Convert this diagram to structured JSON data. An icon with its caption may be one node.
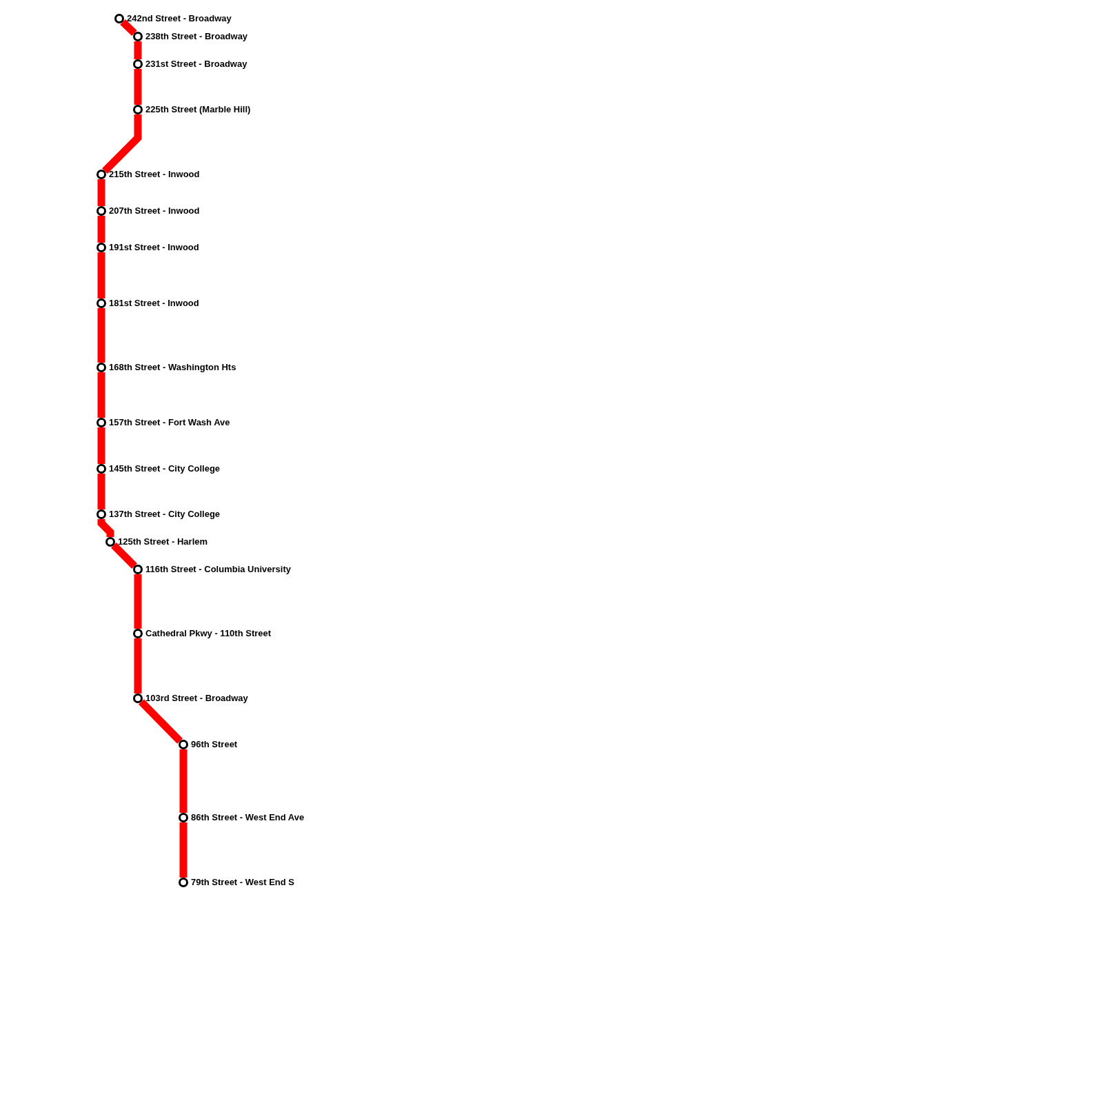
{
  "diagram": {
    "nodes": [
      {
        "text": [
          "242nd Street - Broadway"
        ]
      },
      {
        "text": [
          "238th Street - Broadway"
        ]
      },
      {
        "text": [
          "231st Street - Broadway"
        ]
      },
      {
        "text": [
          "225th Street (Marble Hill)"
        ]
      },
      {
        "text": [
          "215th Street - Inwood"
        ]
      },
      {
        "text": [
          "207th Street - Inwood"
        ]
      },
      {
        "text": [
          "191st Street - Inwood"
        ]
      },
      {
        "text": [
          "181st Street - Inwood"
        ]
      },
      {
        "text": [
          "168th Street - Washington Hts"
        ]
      },
      {
        "text": [
          "157th Street - Fort Wash Ave"
        ]
      },
      {
        "text": [
          "145th Street - City College"
        ]
      },
      {
        "text": [
          "137th Street - City College"
        ]
      },
      {
        "text": [
          "125th Street - Harlem"
        ]
      },
      {
        "text": [
          "116th Street - Columbia University"
        ]
      },
      {
        "text": [
          "Cathedral Pkwy - 110th Street"
        ]
      },
      {
        "text": [
          "103rd Street - Broadway"
        ]
      },
      {
        "text": [
          "96th Street"
        ]
      },
      {
        "text": [
          "86th Street - West End Ave"
        ]
      },
      {
        "text": [
          "79th Street - West End S"
        ]
      }
    ],
    "edges": [
      {
        "from": 0,
        "to": 1,
        "arrow": "none"
      },
      {
        "from": 1,
        "to": 2,
        "arrow": "none"
      },
      {
        "from": 2,
        "to": 3,
        "arrow": "none"
      },
      {
        "from": 3,
        "to": 4,
        "arrow": "none"
      },
      {
        "from": 4,
        "to": 5,
        "arrow": "none"
      },
      {
        "from": 5,
        "to": 6,
        "arrow": "none"
      },
      {
        "from": 6,
        "to": 7,
        "arrow": "none"
      },
      {
        "from": 7,
        "to": 8,
        "arrow": "none"
      },
      {
        "from": 8,
        "to": 9,
        "arrow": "none"
      },
      {
        "from": 9,
        "to": 10,
        "arrow": "none"
      },
      {
        "from": 10,
        "to": 11,
        "arrow": "none"
      },
      {
        "from": 11,
        "to": 12,
        "arrow": "none"
      },
      {
        "from": 12,
        "to": 13,
        "arrow": "none"
      },
      {
        "from": 13,
        "to": 14,
        "arrow": "none"
      },
      {
        "from": 14,
        "to": 15,
        "arrow": "none"
      },
      {
        "from": 15,
        "to": 16,
        "arrow": "none"
      },
      {
        "from": 16,
        "to": 17,
        "arrow": "none"
      },
      {
        "from": 17,
        "to": 18,
        "arrow": "none"
      }
    ]
  }
}
